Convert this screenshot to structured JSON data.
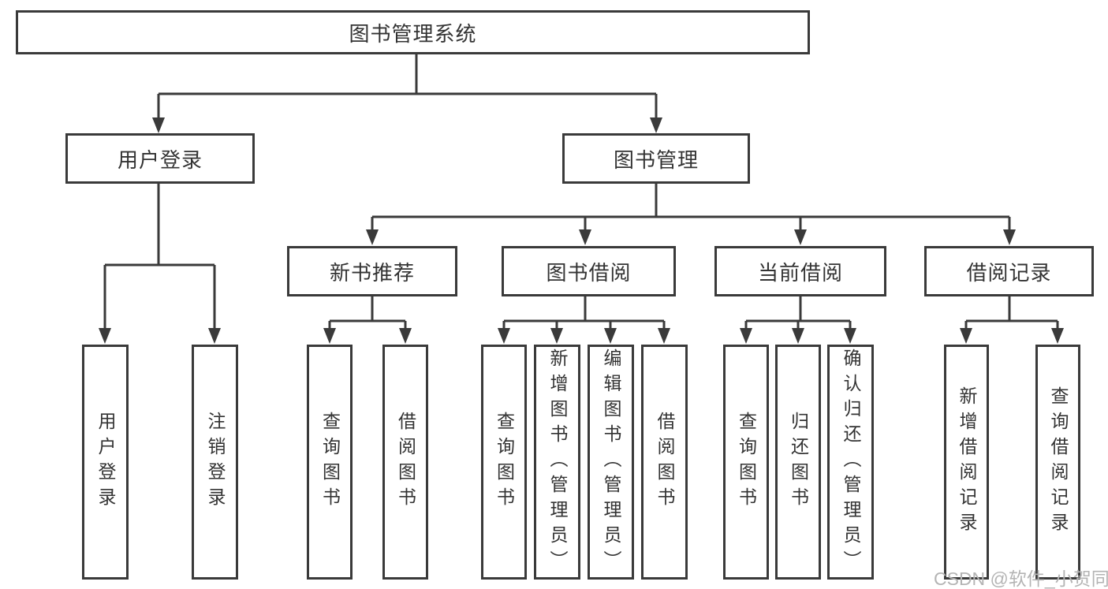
{
  "diagram": {
    "type": "tree",
    "root": {
      "label": "图书管理系统",
      "children": [
        {
          "label": "用户登录",
          "children": [
            {
              "label": "用户登录"
            },
            {
              "label": "注销登录"
            }
          ]
        },
        {
          "label": "图书管理",
          "children": [
            {
              "label": "新书推荐",
              "children": [
                {
                  "label": "查询图书"
                },
                {
                  "label": "借阅图书"
                }
              ]
            },
            {
              "label": "图书借阅",
              "children": [
                {
                  "label": "查询图书"
                },
                {
                  "label": "新增图书（管理员）"
                },
                {
                  "label": "编辑图书（管理员）"
                },
                {
                  "label": "借阅图书"
                }
              ]
            },
            {
              "label": "当前借阅",
              "children": [
                {
                  "label": "查询图书"
                },
                {
                  "label": "归还图书"
                },
                {
                  "label": "确认归还（管理员）"
                }
              ]
            },
            {
              "label": "借阅记录",
              "children": [
                {
                  "label": "新增借阅记录"
                },
                {
                  "label": "查询借阅记录"
                }
              ]
            }
          ]
        }
      ]
    }
  },
  "watermark": {
    "text": "CSDN @软件_小贺同学"
  },
  "colors": {
    "line": "#3a3a3a",
    "text": "#333333",
    "box_background": "#ffffff",
    "watermark": "#b4b4b4",
    "background": "#ffffff"
  }
}
